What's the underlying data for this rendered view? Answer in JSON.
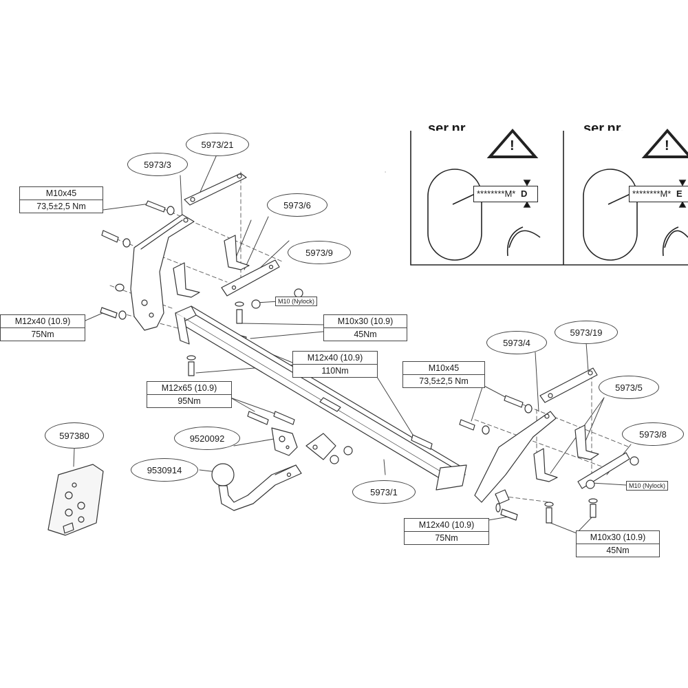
{
  "parts": {
    "p5973_21": "5973/21",
    "p5973_3": "5973/3",
    "p5973_6": "5973/6",
    "p5973_9": "5973/9",
    "p5973_4": "5973/4",
    "p5973_19": "5973/19",
    "p5973_5": "5973/5",
    "p5973_8": "5973/8",
    "p597380": "597380",
    "p9520092": "9520092",
    "p9530914": "9530914",
    "p5973_1": "5973/1"
  },
  "specs": {
    "m10x45_left": {
      "bolt": "M10x45",
      "torque": "73,5±2,5 Nm"
    },
    "m12x40_left": {
      "bolt": "M12x40 (10.9)",
      "torque": "75Nm"
    },
    "m10x30_mid": {
      "bolt": "M10x30 (10.9)",
      "torque": "45Nm"
    },
    "m12x40_mid": {
      "bolt": "M12x40 (10.9)",
      "torque": "110Nm"
    },
    "m12x65": {
      "bolt": "M12x65 (10.9)",
      "torque": "95Nm"
    },
    "m10x45_right": {
      "bolt": "M10x45",
      "torque": "73,5±2,5 Nm"
    },
    "m12x40_right": {
      "bolt": "M12x40 (10.9)",
      "torque": "75Nm"
    },
    "m10x30_right": {
      "bolt": "M10x30 (10.9)",
      "torque": "45Nm"
    }
  },
  "nylock": {
    "left": "M10 (Nylock)",
    "right": "M10 (Nylock)"
  },
  "inset": {
    "left_code": "********M*",
    "left_letter": "D",
    "right_code": "********M*",
    "right_letter": "E",
    "left_header": "ser.nr.",
    "right_header": "ser.nr.",
    "warning_icon": "warning-triangle-icon",
    "eye_icon": "eye-icon"
  }
}
